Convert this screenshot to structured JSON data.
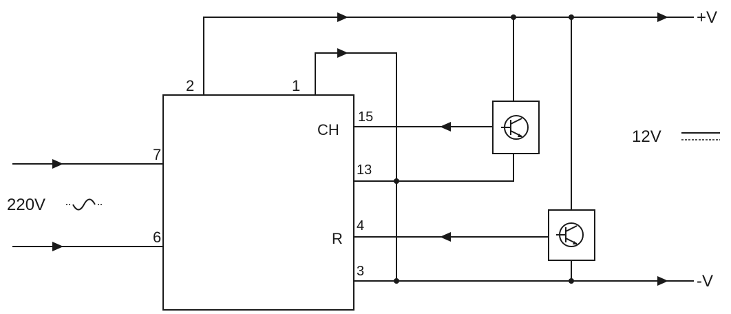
{
  "diagram": {
    "supply": {
      "positive_label": "+V",
      "negative_label": "-V"
    },
    "input": {
      "voltage_label": "220V",
      "ac_symbol": "sine-wave-icon"
    },
    "dc_legend": {
      "voltage_label": "12V",
      "dc_symbol": "dc-symbol-icon"
    },
    "module": {
      "pins": {
        "p1": "1",
        "p2": "2",
        "p3": "3",
        "p4": "4",
        "p6": "6",
        "p7": "7",
        "p13": "13",
        "p15": "15"
      },
      "ch_label": "CH",
      "r_label": "R"
    },
    "transistors": [
      "transistor-icon",
      "transistor-icon"
    ],
    "colors": {
      "line": "#1a1a1a",
      "background": "#ffffff"
    }
  }
}
